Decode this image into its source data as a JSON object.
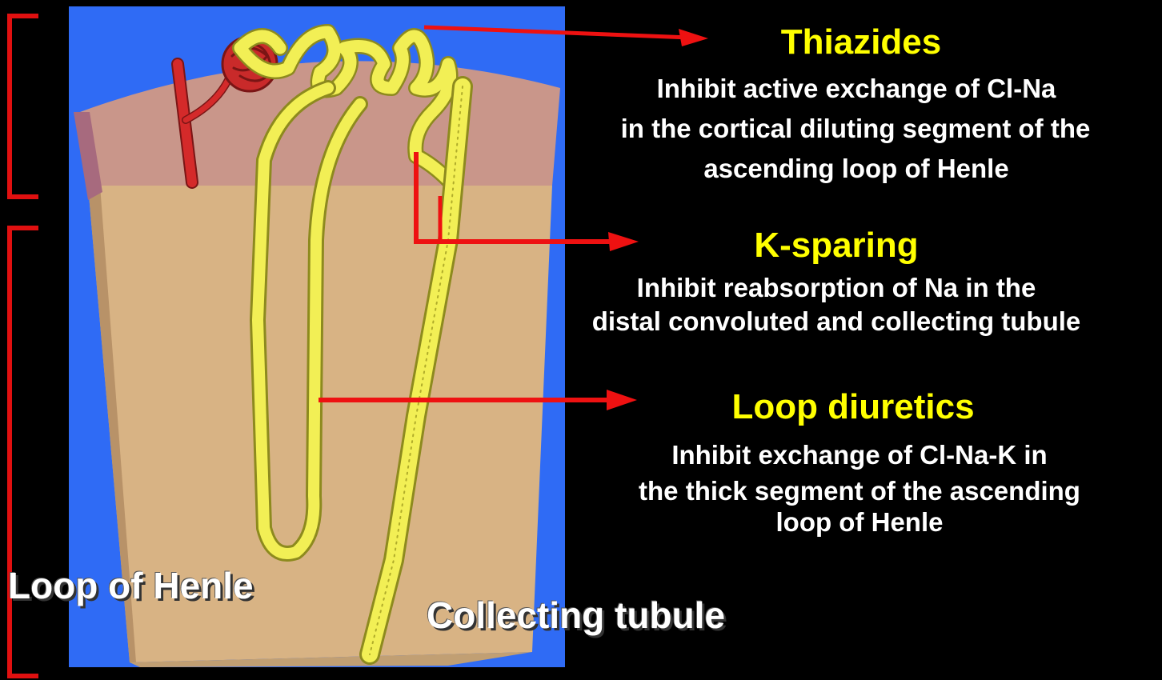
{
  "annotations": [
    {
      "title": "Thiazides",
      "lines": [
        "Inhibit active exchange of Cl-Na",
        "in the cortical diluting segment of the",
        "ascending loop of Henle"
      ]
    },
    {
      "title": "K-sparing",
      "lines": [
        "Inhibit reabsorption of Na in the",
        "distal convoluted and collecting tubule"
      ]
    },
    {
      "title": "Loop diuretics",
      "lines": [
        "Inhibit exchange of Cl-Na-K in",
        "the thick segment of the ascending",
        "loop of Henle"
      ]
    }
  ],
  "labels": {
    "loop_of_henle": "Loop of Henle",
    "collecting_tubule": "Collecting tubule"
  },
  "colors": {
    "background": "#000000",
    "panel_blue": "#2f6bf5",
    "cortex": "#c9968a",
    "medulla": "#d8b384",
    "tubule_yellow": "#f2ef55",
    "arrow_red": "#ee1111",
    "title_yellow": "#ffff00"
  }
}
